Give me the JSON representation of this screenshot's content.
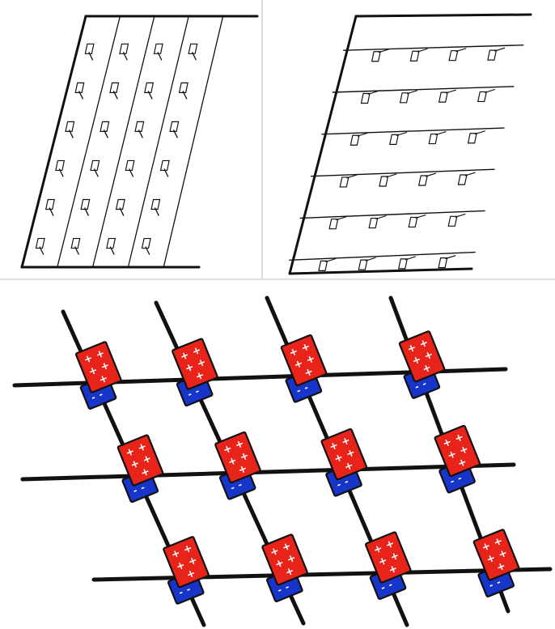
{
  "figure": {
    "panels": [
      {
        "id": "panel-a",
        "orientation": "vertical-wires",
        "wire_count": 5,
        "device_rows": 6,
        "device_cols": 4
      },
      {
        "id": "panel-b",
        "orientation": "horizontal-wires",
        "wire_count": 6,
        "device_rows": 6,
        "device_cols": 4
      },
      {
        "id": "panel-c",
        "orientation": "crossbar",
        "horizontal_wires": 3,
        "diagonal_wires": 4
      }
    ],
    "colors": {
      "line": "#111111",
      "divider": "#d4d4d4",
      "positive_block": "#e8241a",
      "negative_block": "#1736c9",
      "symbol": "#ffffff"
    },
    "block_symbols": {
      "positive": "+",
      "negative": "-"
    }
  }
}
